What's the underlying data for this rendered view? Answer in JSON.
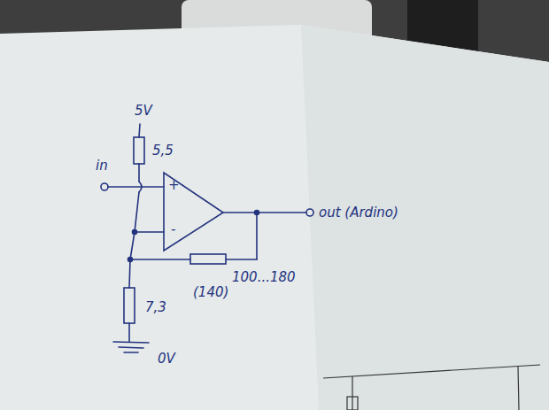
{
  "diagram": {
    "labels": [
      "5V",
      "5,5",
      "in",
      "+",
      "-",
      "out (Ardino)",
      "100...180",
      "(140)",
      "7,3",
      "0V"
    ]
  }
}
